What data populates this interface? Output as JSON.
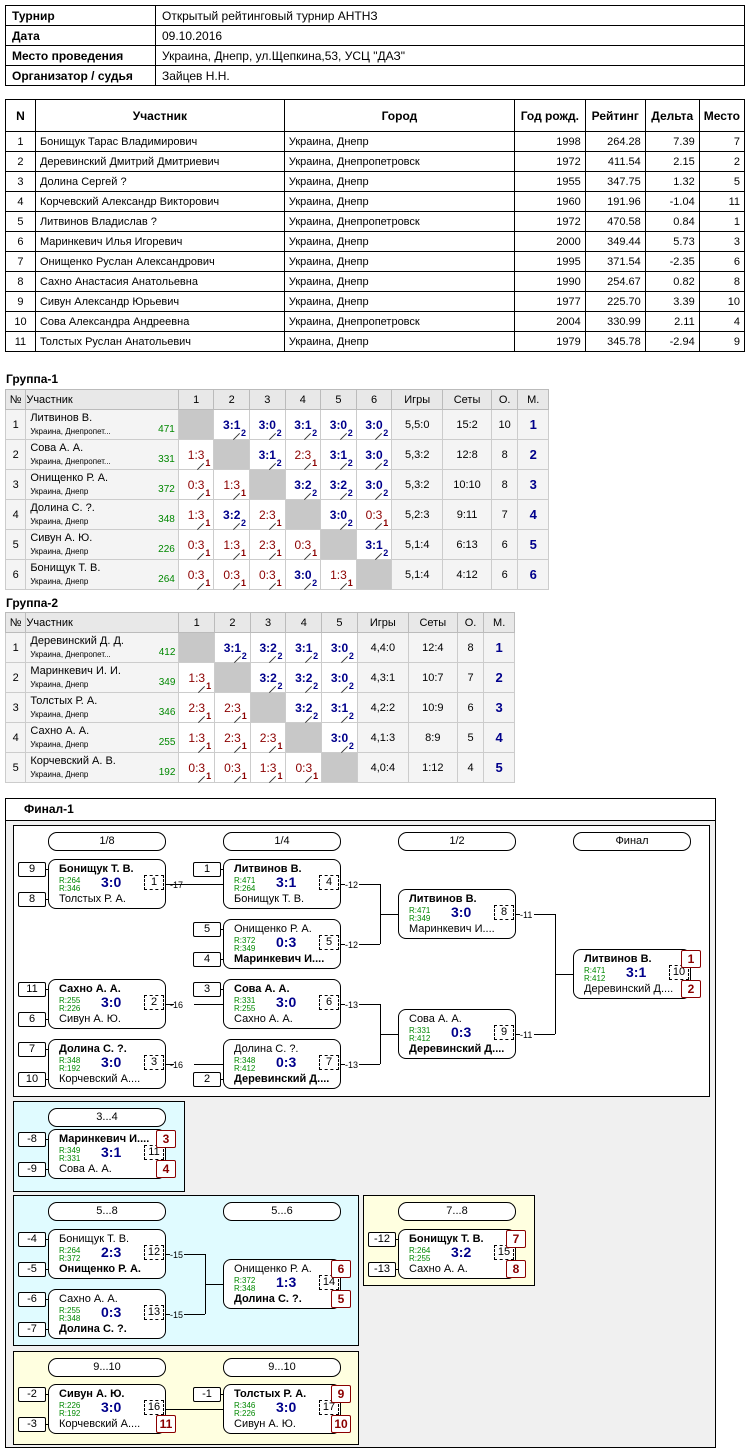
{
  "info": {
    "t_k": "Турнир",
    "t_v": "Открытый рейтинговый турнир АНТНЗ",
    "d_k": "Дата",
    "d_v": "09.10.2016",
    "p_k": "Место проведения",
    "p_v": "Украина, Днепр, ул.Щепкина,53, УСЦ \"ДАЗ\"",
    "o_k": "Организатор / судья",
    "o_v": "Зайцев Н.Н."
  },
  "parts": {
    "headers": [
      "N",
      "Участник",
      "Город",
      "Год рожд.",
      "Рейтинг",
      "Дельта",
      "Место"
    ],
    "rows": [
      [
        "1",
        "Бонищук Тарас Владимирович",
        "Украина, Днепр",
        "1998",
        "264.28",
        "7.39",
        "7"
      ],
      [
        "2",
        "Деревинский Дмитрий Дмитриевич",
        "Украина, Днепропетровск",
        "1972",
        "411.54",
        "2.15",
        "2"
      ],
      [
        "3",
        "Долина Сергей ?",
        "Украина, Днепр",
        "1955",
        "347.75",
        "1.32",
        "5"
      ],
      [
        "4",
        "Корчевский Александр Викторович",
        "Украина, Днепр",
        "1960",
        "191.96",
        "-1.04",
        "11"
      ],
      [
        "5",
        "Литвинов Владислав ?",
        "Украина, Днепропетровск",
        "1972",
        "470.58",
        "0.84",
        "1"
      ],
      [
        "6",
        "Маринкевич Илья Игоревич",
        "Украина, Днепр",
        "2000",
        "349.44",
        "5.73",
        "3"
      ],
      [
        "7",
        "Онищенко Руслан Александрович",
        "Украина, Днепр",
        "1995",
        "371.54",
        "-2.35",
        "6"
      ],
      [
        "8",
        "Сахно Анастасия Анатольевна",
        "Украина, Днепр",
        "1990",
        "254.67",
        "0.82",
        "8"
      ],
      [
        "9",
        "Сивун Александр Юрьевич",
        "Украина, Днепр",
        "1977",
        "225.70",
        "3.39",
        "10"
      ],
      [
        "10",
        "Сова Александра Андреевна",
        "Украина, Днепропетровск",
        "2004",
        "330.99",
        "2.11",
        "4"
      ],
      [
        "11",
        "Толстых Руслан Анатольевич",
        "Украина, Днепр",
        "1979",
        "345.78",
        "-2.94",
        "9"
      ]
    ]
  },
  "g1": {
    "title": "Группа-1",
    "headers": [
      "№",
      "Участник",
      "1",
      "2",
      "3",
      "4",
      "5",
      "6",
      "Игры",
      "Сеты",
      "О.",
      "М."
    ],
    "rows": [
      {
        "n": "1",
        "name": "Литвинов В.",
        "city": "Украина, Днепропет...",
        "r": "471",
        "sc": [
          "x",
          "3:1",
          "3:0",
          "3:1",
          "3:0",
          "3:0"
        ],
        "pts": [
          "",
          "2",
          "2",
          "2",
          "2",
          "2"
        ],
        "g": "5,5:0",
        "s": "15:2",
        "o": "10",
        "m": "1"
      },
      {
        "n": "2",
        "name": "Сова А. А.",
        "city": "Украина, Днепропет...",
        "r": "331",
        "sc": [
          "1:3",
          "x",
          "3:1",
          "2:3",
          "3:1",
          "3:0"
        ],
        "pts": [
          "1",
          "",
          "2",
          "1",
          "2",
          "2"
        ],
        "g": "5,3:2",
        "s": "12:8",
        "o": "8",
        "m": "2"
      },
      {
        "n": "3",
        "name": "Онищенко Р. А.",
        "city": "Украина, Днепр",
        "r": "372",
        "sc": [
          "0:3",
          "1:3",
          "x",
          "3:2",
          "3:2",
          "3:0"
        ],
        "pts": [
          "1",
          "1",
          "",
          "2",
          "2",
          "2"
        ],
        "g": "5,3:2",
        "s": "10:10",
        "o": "8",
        "m": "3"
      },
      {
        "n": "4",
        "name": "Долина С. ?.",
        "city": "Украина, Днепр",
        "r": "348",
        "sc": [
          "1:3",
          "3:2",
          "2:3",
          "x",
          "3:0",
          "0:3"
        ],
        "pts": [
          "1",
          "2",
          "1",
          "",
          "2",
          "1"
        ],
        "g": "5,2:3",
        "s": "9:11",
        "o": "7",
        "m": "4"
      },
      {
        "n": "5",
        "name": "Сивун А. Ю.",
        "city": "Украина, Днепр",
        "r": "226",
        "sc": [
          "0:3",
          "1:3",
          "2:3",
          "0:3",
          "x",
          "3:1"
        ],
        "pts": [
          "1",
          "1",
          "1",
          "1",
          "",
          "2"
        ],
        "g": "5,1:4",
        "s": "6:13",
        "o": "6",
        "m": "5"
      },
      {
        "n": "6",
        "name": "Бонищук Т. В.",
        "city": "Украина, Днепр",
        "r": "264",
        "sc": [
          "0:3",
          "0:3",
          "0:3",
          "3:0",
          "1:3",
          "x"
        ],
        "pts": [
          "1",
          "1",
          "1",
          "2",
          "1",
          ""
        ],
        "g": "5,1:4",
        "s": "4:12",
        "o": "6",
        "m": "6"
      }
    ]
  },
  "g2": {
    "title": "Группа-2",
    "headers": [
      "№",
      "Участник",
      "1",
      "2",
      "3",
      "4",
      "5",
      "Игры",
      "Сеты",
      "О.",
      "М."
    ],
    "rows": [
      {
        "n": "1",
        "name": "Деревинский Д. Д.",
        "city": "Украина, Днепропет...",
        "r": "412",
        "sc": [
          "x",
          "3:1",
          "3:2",
          "3:1",
          "3:0"
        ],
        "pts": [
          "",
          "2",
          "2",
          "2",
          "2"
        ],
        "g": "4,4:0",
        "s": "12:4",
        "o": "8",
        "m": "1"
      },
      {
        "n": "2",
        "name": "Маринкевич И. И.",
        "city": "Украина, Днепр",
        "r": "349",
        "sc": [
          "1:3",
          "x",
          "3:2",
          "3:2",
          "3:0"
        ],
        "pts": [
          "1",
          "",
          "2",
          "2",
          "2"
        ],
        "g": "4,3:1",
        "s": "10:7",
        "o": "7",
        "m": "2"
      },
      {
        "n": "3",
        "name": "Толстых Р. А.",
        "city": "Украина, Днепр",
        "r": "346",
        "sc": [
          "2:3",
          "2:3",
          "x",
          "3:2",
          "3:1"
        ],
        "pts": [
          "1",
          "1",
          "",
          "2",
          "2"
        ],
        "g": "4,2:2",
        "s": "10:9",
        "o": "6",
        "m": "3"
      },
      {
        "n": "4",
        "name": "Сахно А. А.",
        "city": "Украина, Днепр",
        "r": "255",
        "sc": [
          "1:3",
          "2:3",
          "2:3",
          "x",
          "3:0"
        ],
        "pts": [
          "1",
          "1",
          "1",
          "",
          "2"
        ],
        "g": "4,1:3",
        "s": "8:9",
        "o": "5",
        "m": "4"
      },
      {
        "n": "5",
        "name": "Корчевский А. В.",
        "city": "Украина, Днепр",
        "r": "192",
        "sc": [
          "0:3",
          "0:3",
          "1:3",
          "0:3",
          "x"
        ],
        "pts": [
          "1",
          "1",
          "1",
          "1",
          ""
        ],
        "g": "4,0:4",
        "s": "1:12",
        "o": "4",
        "m": "5"
      }
    ]
  },
  "final": {
    "title": "Финал-1",
    "rounds": [
      "1/8",
      "1/4",
      "1/2",
      "Финал",
      "3...4",
      "5...8",
      "5...6",
      "7...8",
      "9...10",
      "9...10"
    ],
    "matches": [
      {
        "p1": "Бонищук Т. В.",
        "r1": "R:264",
        "p2": "Толстых Р. А.",
        "r2": "R:346",
        "sc": "3:0",
        "id": "1",
        "s1": "9",
        "s2": "8",
        "next": "-17",
        "w": 1
      },
      {
        "p1": "Сахно А. А.",
        "r1": "R:255",
        "p2": "Сивун А. Ю.",
        "r2": "R:226",
        "sc": "3:0",
        "id": "2",
        "s1": "11",
        "s2": "6",
        "next": "-16",
        "w": 1
      },
      {
        "p1": "Долина С. ?.",
        "r1": "R:348",
        "p2": "Корчевский А....",
        "r2": "R:192",
        "sc": "3:0",
        "id": "3",
        "s1": "7",
        "s2": "10",
        "next": "-16",
        "w": 1
      },
      {
        "p1": "Литвинов В.",
        "r1": "R:471",
        "p2": "Бонищук Т. В.",
        "r2": "R:264",
        "sc": "3:1",
        "id": "4",
        "s1": "1",
        "next": "-12",
        "w": 1
      },
      {
        "p1": "Онищенко Р. А.",
        "r1": "R:372",
        "p2": "Маринкевич И....",
        "r2": "R:349",
        "sc": "0:3",
        "id": "5",
        "s1": "5",
        "s2": "4",
        "next": "-12",
        "w": 2
      },
      {
        "p1": "Сова А. А.",
        "r1": "R:331",
        "p2": "Сахно А. А.",
        "r2": "R:255",
        "sc": "3:0",
        "id": "6",
        "s1": "3",
        "next": "-13",
        "w": 1
      },
      {
        "p1": "Долина С. ?.",
        "r1": "R:348",
        "p2": "Деревинский Д....",
        "r2": "R:412",
        "sc": "0:3",
        "id": "7",
        "s2": "2",
        "next": "-13",
        "w": 2
      },
      {
        "p1": "Литвинов В.",
        "r1": "R:471",
        "p2": "Маринкевич И....",
        "r2": "R:349",
        "sc": "3:0",
        "id": "8",
        "next": "-11",
        "w": 1
      },
      {
        "p1": "Сова А. А.",
        "r1": "R:331",
        "p2": "Деревинский Д....",
        "r2": "R:412",
        "sc": "0:3",
        "id": "9",
        "next": "-11",
        "w": 2
      },
      {
        "p1": "Литвинов В.",
        "r1": "R:471",
        "p2": "Деревинский Д....",
        "r2": "R:412",
        "sc": "3:1",
        "id": "10",
        "pl1": "1",
        "pl2": "2",
        "w": 1
      },
      {
        "p1": "Маринкевич И....",
        "r1": "R:349",
        "p2": "Сова А. А.",
        "r2": "R:331",
        "sc": "3:1",
        "id": "11",
        "s1": "-8",
        "s2": "-9",
        "pl1": "3",
        "pl2": "4",
        "w": 1
      },
      {
        "p1": "Бонищук Т. В.",
        "r1": "R:264",
        "p2": "Онищенко Р. А.",
        "r2": "R:372",
        "sc": "2:3",
        "id": "12",
        "s1": "-4",
        "s2": "-5",
        "next": "-15",
        "w": 2
      },
      {
        "p1": "Сахно А. А.",
        "r1": "R:255",
        "p2": "Долина С. ?.",
        "r2": "R:348",
        "sc": "0:3",
        "id": "13",
        "s1": "-6",
        "s2": "-7",
        "next": "-15",
        "w": 2
      },
      {
        "p1": "Онищенко Р. А.",
        "r1": "R:372",
        "p2": "Долина С. ?.",
        "r2": "R:348",
        "sc": "1:3",
        "id": "14",
        "pl1": "6",
        "pl2": "5",
        "w": 2
      },
      {
        "p1": "Бонищук Т. В.",
        "r1": "R:264",
        "p2": "Сахно А. А.",
        "r2": "R:255",
        "sc": "3:2",
        "id": "15",
        "s1": "-12",
        "s2": "-13",
        "pl1": "7",
        "pl2": "8",
        "w": 1
      },
      {
        "p1": "Сивун А. Ю.",
        "r1": "R:226",
        "p2": "Корчевский А....",
        "r2": "R:192",
        "sc": "3:0",
        "id": "16",
        "s1": "-2",
        "s2": "-3",
        "pl2": "11",
        "w": 1
      },
      {
        "p1": "Толстых Р. А.",
        "r1": "R:346",
        "p2": "Сивун А. Ю.",
        "r2": "R:226",
        "sc": "3:0",
        "id": "17",
        "s1": "-1",
        "pl1": "9",
        "pl2": "10",
        "w": 1
      }
    ]
  }
}
